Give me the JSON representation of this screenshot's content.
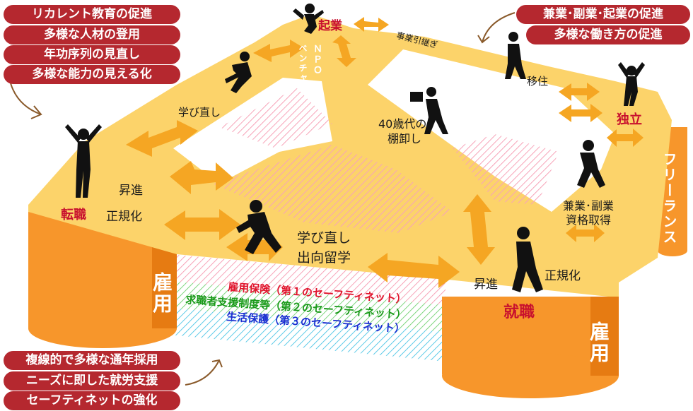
{
  "top_left_pills": [
    "リカレント教育の促進",
    "多様な人材の登用",
    "年功序列の見直し",
    "多様な能力の見える化"
  ],
  "top_right_pills": [
    "兼業･副業･起業の促進",
    "多様な働き方の促進"
  ],
  "bottom_left_pills": [
    "複線的で多様な通年採用",
    "ニーズに即した就労支援",
    "セーフティネットの強化"
  ],
  "nodes": {
    "kigyo": "起業",
    "tenshoku": "転職",
    "shushoku": "就職",
    "dokuritsu": "独立"
  },
  "labels": {
    "manabinaoshi_top": "学び直し",
    "jiko_hikitsugi": "事業引継ぎ",
    "ijuu": "移住",
    "age40_line1": "40歳代の",
    "age40_line2": "棚卸し",
    "shoshin_left": "昇進",
    "seikika_left": "正規化",
    "manabinaoshi_center": "学び直し",
    "shukko_ryugaku": "出向留学",
    "shoshin_right": "昇進",
    "seikika_right": "正規化",
    "kengyo_line1": "兼業･副業",
    "kengyo_line2": "資格取得"
  },
  "vertical_labels": {
    "npo": "ＮＰＯ",
    "venture": "ベンチャー",
    "koyo_left": "雇用",
    "koyo_right": "雇用",
    "freelance": "フリーランス"
  },
  "safety_nets": [
    {
      "text": "雇用保険（第１のセーフティネット）",
      "color": "#e0142c"
    },
    {
      "text": "求職者支援制度等（第２のセーフティネット）",
      "color": "#1a9a1a"
    },
    {
      "text": "生活保護（第３のセーフティネット）",
      "color": "#1a2fd0"
    }
  ],
  "colors": {
    "platform": "#fcd36a",
    "cylinder": "#f7962b",
    "cylinder_dark": "#e67b12",
    "arrow": "#f5a623",
    "pill": "#b5282f",
    "accent_red": "#c8102e"
  }
}
